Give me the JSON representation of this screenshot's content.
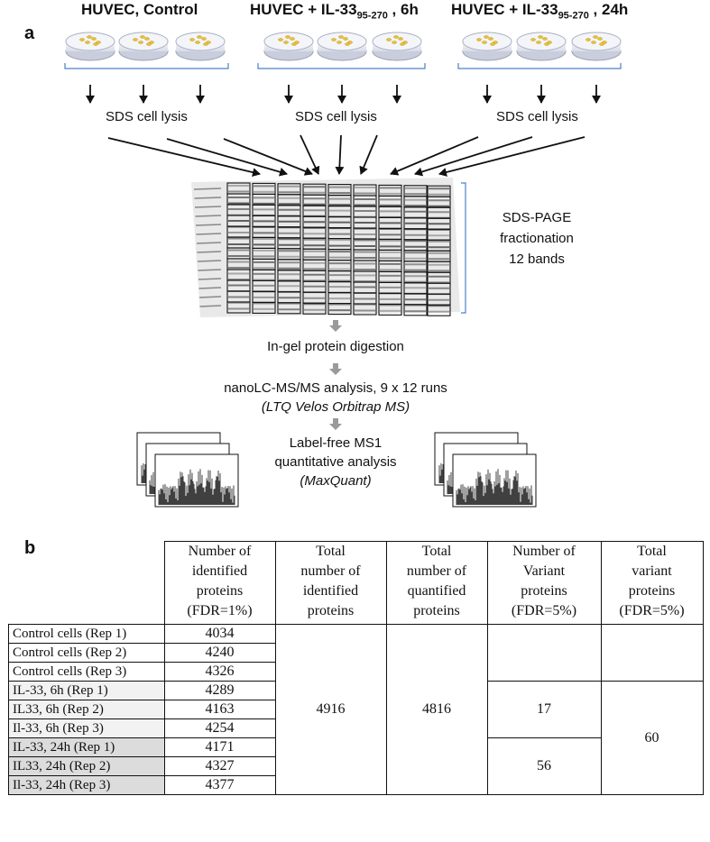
{
  "panel_a": {
    "letter": "a",
    "conditions": [
      {
        "prefix": "HUVEC, Control",
        "sub": "",
        "suffix": ""
      },
      {
        "prefix": "HUVEC + IL-33",
        "sub": "95-270",
        "suffix": " , 6h"
      },
      {
        "prefix": "HUVEC + IL-33",
        "sub": "95-270",
        "suffix": " , 24h"
      }
    ],
    "lysis_label": "SDS cell lysis",
    "gel_label": [
      "SDS-PAGE",
      "fractionation",
      "12 bands"
    ],
    "steps": {
      "digestion": "In-gel protein digestion",
      "lcms": "nanoLC-MS/MS analysis, 9 x 12 runs",
      "instrument": "(LTQ Velos Orbitrap MS)",
      "quant1": "Label-free MS1",
      "quant2": "quantitative analysis",
      "software": "(MaxQuant)"
    }
  },
  "panel_b": {
    "letter": "b",
    "headers": [
      [
        "Number of",
        "identified",
        "proteins",
        "(FDR=1%)"
      ],
      [
        "Total",
        "number of",
        "identified",
        "proteins"
      ],
      [
        "Total",
        "number of",
        "quantified",
        "proteins"
      ],
      [
        "Number of",
        "Variant",
        "proteins",
        "(FDR=5%)"
      ],
      [
        "Total",
        "variant",
        "proteins",
        "(FDR=5%)"
      ]
    ],
    "rows": [
      {
        "label": "Control cells (Rep 1)",
        "identified": "4034"
      },
      {
        "label": "Control cells (Rep 2)",
        "identified": "4240"
      },
      {
        "label": "Control cells (Rep 3)",
        "identified": "4326"
      },
      {
        "label": "IL-33, 6h (Rep 1)",
        "identified": "4289"
      },
      {
        "label": "IL33, 6h  (Rep 2)",
        "identified": "4163"
      },
      {
        "label": "Il-33, 6h (Rep 3)",
        "identified": "4254"
      },
      {
        "label": "IL-33, 24h (Rep 1)",
        "identified": "4171"
      },
      {
        "label": "IL33, 24h  (Rep 2)",
        "identified": "4327"
      },
      {
        "label": "Il-33, 24h (Rep 3)",
        "identified": "4377"
      }
    ],
    "total_identified": "4916",
    "total_quantified": "4816",
    "variant_6h": "17",
    "variant_24h": "56",
    "total_variant": "60"
  }
}
